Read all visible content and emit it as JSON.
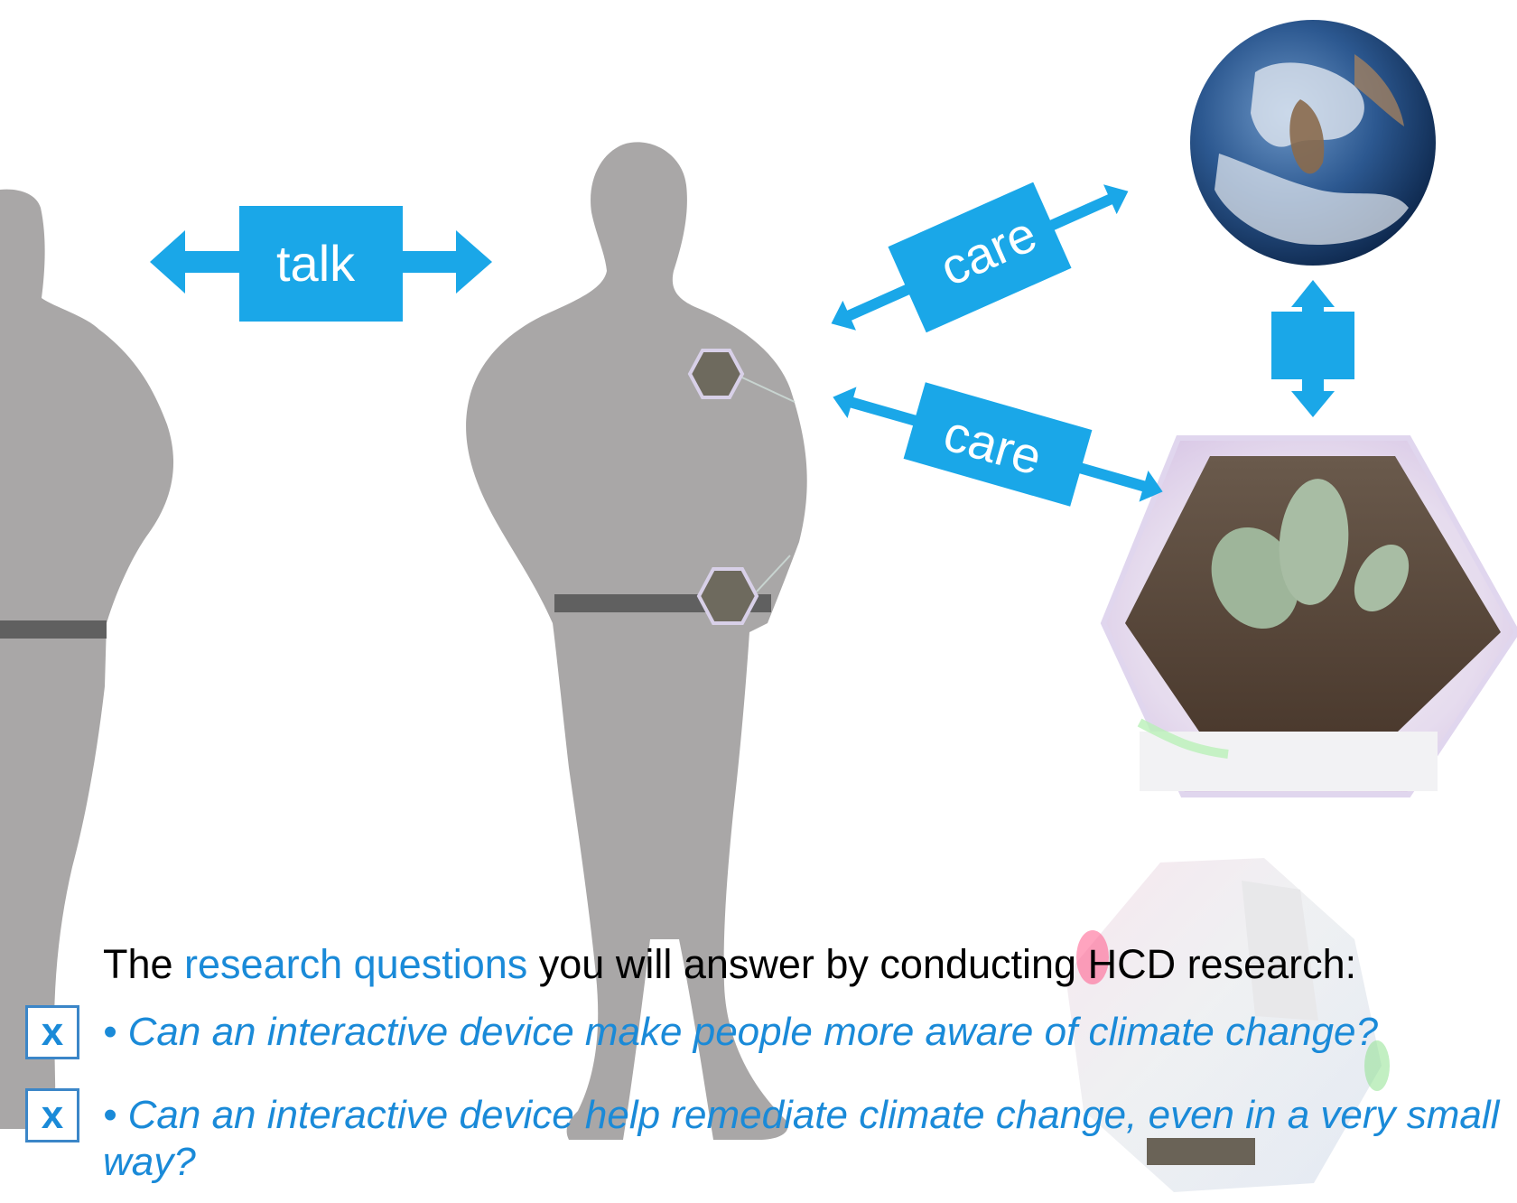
{
  "arrows": {
    "talk_label": "talk",
    "care_top_label": "care",
    "care_bottom_label": "care"
  },
  "caption": {
    "prefix": "The ",
    "highlight": "research questions",
    "suffix": " you will answer by conducting HCD research:"
  },
  "questions": [
    {
      "check": "x",
      "text": "• Can an interactive device make people more aware of climate change?"
    },
    {
      "check": "x",
      "text": "• Can an interactive device help remediate climate change, even in a very small way?"
    }
  ],
  "colors": {
    "accent": "#1aa7e8",
    "text_blue": "#1a8ad8",
    "silhouette": "#a9a7a7",
    "belt": "#606060"
  },
  "icons": [
    "person-silhouette",
    "earth-globe",
    "hexagon-planter",
    "hexagon-device"
  ]
}
